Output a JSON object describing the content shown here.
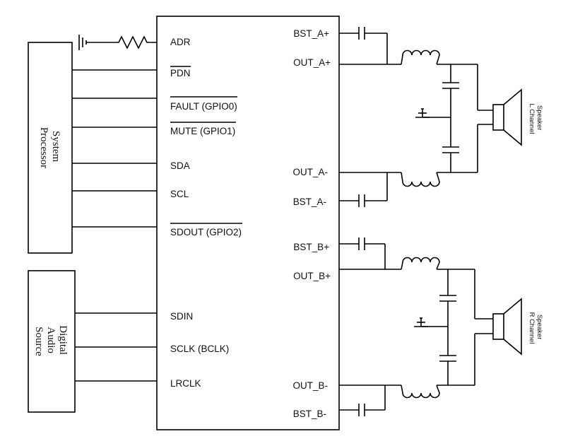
{
  "blocks": {
    "system_processor": "System\nProcessor",
    "digital_audio_source": "Digital\nAudio\nSource"
  },
  "pins_left": {
    "adr": "ADR",
    "pdn": "PDN",
    "fault": "FAULT (GPIO0)",
    "mute": "MUTE (GPIO1)",
    "sda": "SDA",
    "scl": "SCL",
    "sdout": "SDOUT (GPIO2)",
    "sdin": "SDIN",
    "sclk": "SCLK (BCLK)",
    "lrclk": "LRCLK"
  },
  "pins_right": {
    "bst_a_plus": "BST_A+",
    "out_a_plus": "OUT_A+",
    "out_a_minus": "OUT_A-",
    "bst_a_minus": "BST_A-",
    "bst_b_plus": "BST_B+",
    "out_b_plus": "OUT_B+",
    "out_b_minus": "OUT_B-",
    "bst_b_minus": "BST_B-"
  },
  "speakers": {
    "left": "Speaker\nL Channel",
    "right": "Speaker\nR Channel"
  },
  "overbar_pins": [
    "pdn",
    "fault",
    "mute",
    "sdout"
  ]
}
